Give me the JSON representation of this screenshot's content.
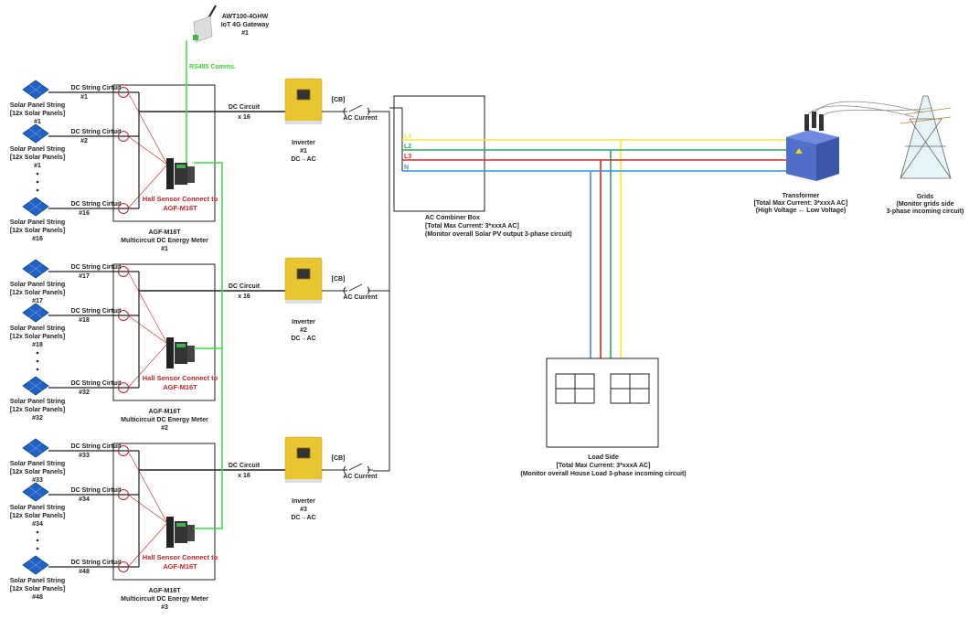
{
  "gateway": {
    "model": "AWT100-4GHW",
    "name": "IoT 4G Gateway",
    "number": "#1"
  },
  "rs485_label": "RS485 Comms.",
  "colors": {
    "rs485": "#3ddc3d",
    "hall": "#c0262b",
    "inverter": "#e8c531",
    "panel": "#1f63c4",
    "transformer": "#4f6fc9"
  },
  "groups": [
    {
      "strings": [
        {
          "circuit_label": "DC String Cirtuit",
          "circuit_number": "#1",
          "panel_label": "Solar Panel String",
          "panel_count": "[12x Solar Panels]",
          "panel_number": "#1"
        },
        {
          "circuit_label": "DC String Cirtuit",
          "circuit_number": "#2",
          "panel_label": "Solar Panel String",
          "panel_count": "[12x Solar Panels]",
          "panel_number": "#1"
        },
        {
          "circuit_label": "DC String Cirtuit",
          "circuit_number": "#16",
          "panel_label": "Solar Panel String",
          "panel_count": "[12x Solar Panels]",
          "panel_number": "#16"
        }
      ],
      "hall_label": [
        "Hall Sensor Connect to",
        "AGF-M16T"
      ],
      "meter": {
        "model": "AGF-M16T",
        "name": "Multicircuit DC Energy Meter",
        "number": "#1"
      },
      "dc_circuit": {
        "label": "DC Circuit",
        "count": "x 16"
      },
      "inverter": {
        "label": "Inverter",
        "number": "#1",
        "conversion": "DC→AC"
      },
      "cb_label": "[CB]",
      "ac_current_label": "AC Current"
    },
    {
      "strings": [
        {
          "circuit_label": "DC String Cirtuit",
          "circuit_number": "#17",
          "panel_label": "Solar Panel String",
          "panel_count": "[12x Solar Panels]",
          "panel_number": "#17"
        },
        {
          "circuit_label": "DC String Cirtuit",
          "circuit_number": "#18",
          "panel_label": "Solar Panel String",
          "panel_count": "[12x Solar Panels]",
          "panel_number": "#18"
        },
        {
          "circuit_label": "DC String Cirtuit",
          "circuit_number": "#32",
          "panel_label": "Solar Panel String",
          "panel_count": "[12x Solar Panels]",
          "panel_number": "#32"
        }
      ],
      "hall_label": [
        "Hall Sensor Connect to",
        "AGF-M16T"
      ],
      "meter": {
        "model": "AGF-M16T",
        "name": "Multicircuit DC Energy Meter",
        "number": "#2"
      },
      "dc_circuit": {
        "label": "DC Circuit",
        "count": "x 16"
      },
      "inverter": {
        "label": "Inverter",
        "number": "#2",
        "conversion": "DC→AC"
      },
      "cb_label": "[CB]",
      "ac_current_label": "AC Current"
    },
    {
      "strings": [
        {
          "circuit_label": "DC String Cirtuit",
          "circuit_number": "#33",
          "panel_label": "Solar Panel String",
          "panel_count": "[12x Solar Panels]",
          "panel_number": "#33"
        },
        {
          "circuit_label": "DC String Cirtuit",
          "circuit_number": "#34",
          "panel_label": "Solar Panel String",
          "panel_count": "[12x Solar Panels]",
          "panel_number": "#34"
        },
        {
          "circuit_label": "DC String Cirtuit",
          "circuit_number": "#48",
          "panel_label": "Solar Panel String",
          "panel_count": "[12x Solar Panels]",
          "panel_number": "#48"
        }
      ],
      "hall_label": [
        "Hall Sensor Connect to",
        "AGF-M16T"
      ],
      "meter": {
        "model": "AGF-M16T",
        "name": "Multicircuit DC Energy Meter",
        "number": "#3"
      },
      "dc_circuit": {
        "label": "DC Circuit",
        "count": "x 16"
      },
      "inverter": {
        "label": "Inverter",
        "number": "#3",
        "conversion": "DC→AC"
      },
      "cb_label": "[CB]",
      "ac_current_label": "AC Current"
    }
  ],
  "combiner": {
    "title": "AC Combiner Box",
    "max_current": "[Total Max Current: 3*xxxA AC]",
    "note": "(Monitor overall Solar PV output 3-phase circuit)"
  },
  "phases": [
    {
      "label": "L1",
      "color": "#f2e93a"
    },
    {
      "label": "L2",
      "color": "#2fa865"
    },
    {
      "label": "L3",
      "color": "#d42a2a"
    },
    {
      "label": "N",
      "color": "#3a8fdc"
    }
  ],
  "load": {
    "title": "Load Side",
    "max_current": "[Total Max Current: 3*xxxA AC]",
    "note": "(Monitor overall House Load 3-phase incoming circuit)"
  },
  "transformer": {
    "title": "Transformer",
    "max_current": "[Total Max Current: 3*xxxA AC]",
    "note": "(High Voltage ↔ Low Voltage)"
  },
  "grid": {
    "title": "Grids",
    "note_1": "(Monitor grids side",
    "note_2": "3-phase incoming circuit)"
  }
}
